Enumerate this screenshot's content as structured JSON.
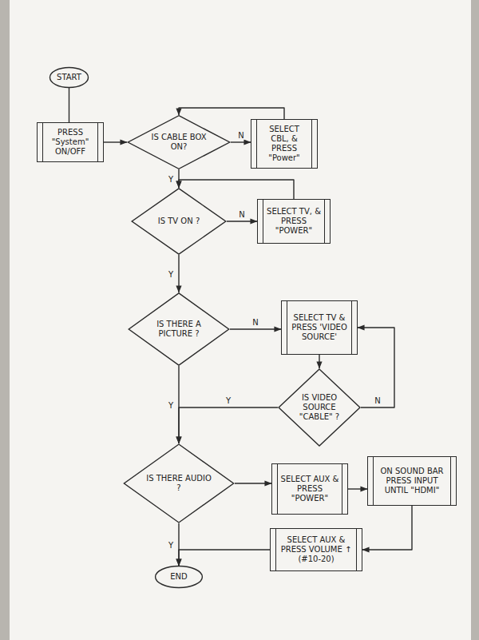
{
  "diagram": {
    "nodes": [
      {
        "text": [
          "START"
        ]
      },
      {
        "text": [
          "PRESS \"System\" ON/OFF"
        ]
      },
      {
        "text": [
          "IS CABLE BOX ON?"
        ]
      },
      {
        "text": [
          "SELECT CBL, & PRESS \"Power\""
        ]
      },
      {
        "text": [
          "IS TV ON ?"
        ]
      },
      {
        "text": [
          "SELECT TV, & PRESS \"POWER\""
        ]
      },
      {
        "text": [
          "IS THERE A PICTURE ?"
        ]
      },
      {
        "text": [
          "SELECT TV & PRESS 'VIDEO SOURCE'"
        ]
      },
      {
        "text": [
          "IS VIDEO SOURCE \"CABLE\" ?"
        ]
      },
      {
        "text": [
          "IS THERE AUDIO ?"
        ]
      },
      {
        "text": [
          "SELECT AUX & PRESS \"POWER\""
        ]
      },
      {
        "text": [
          "ON SOUND BAR PRESS INPUT UNTIL \"HDMI\""
        ]
      },
      {
        "text": [
          "SELECT AUX & PRESS VOLUME ↑ (#10-20)"
        ]
      },
      {
        "text": [
          "END"
        ]
      }
    ],
    "edges": [
      {
        "from": 0,
        "to": 1,
        "arrow": "none"
      },
      {
        "from": 1,
        "to": 2,
        "arrow": "to"
      },
      {
        "from": 2,
        "to": 3,
        "label": "N",
        "arrow": "to"
      },
      {
        "from": 3,
        "to": 2,
        "arrow": "to"
      },
      {
        "from": 2,
        "to": 4,
        "label": "Y",
        "arrow": "to"
      },
      {
        "from": 4,
        "to": 5,
        "label": "N",
        "arrow": "to"
      },
      {
        "from": 5,
        "to": 4,
        "arrow": "to"
      },
      {
        "from": 4,
        "to": 6,
        "label": "Y",
        "arrow": "to"
      },
      {
        "from": 6,
        "to": 7,
        "label": "N",
        "arrow": "to"
      },
      {
        "from": 7,
        "to": 8,
        "arrow": "to"
      },
      {
        "from": 8,
        "to": 7,
        "label": "N",
        "arrow": "to"
      },
      {
        "from": 8,
        "to": 9,
        "label": "Y",
        "arrow": "to"
      },
      {
        "from": 6,
        "to": 9,
        "label": "Y",
        "arrow": "to"
      },
      {
        "from": 9,
        "to": 10,
        "arrow": "to"
      },
      {
        "from": 10,
        "to": 11,
        "arrow": "to"
      },
      {
        "from": 11,
        "to": 12,
        "arrow": "to"
      },
      {
        "from": 12,
        "to": 13,
        "arrow": "to"
      },
      {
        "from": 9,
        "to": 13,
        "label": "Y",
        "arrow": "to"
      }
    ]
  }
}
